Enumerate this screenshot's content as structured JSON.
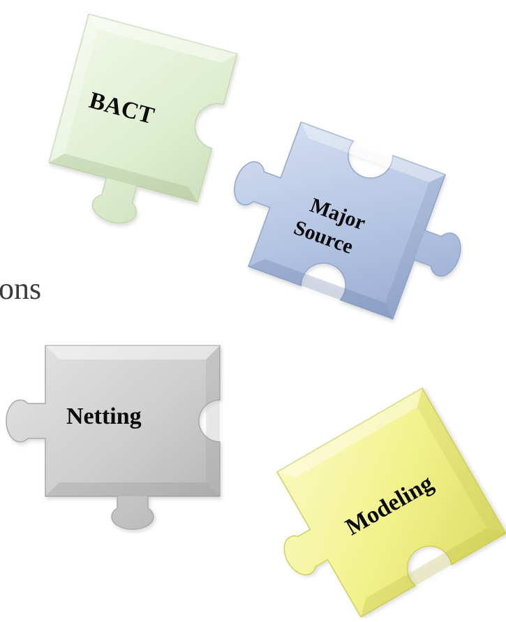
{
  "pieces": [
    {
      "id": "bact",
      "label_lines": [
        "BACT"
      ],
      "fill": "#dceccc"
    },
    {
      "id": "major-source",
      "label_lines": [
        "Major",
        "Source"
      ],
      "fill": "#b4c4e0"
    },
    {
      "id": "netting",
      "label_lines": [
        "Netting"
      ],
      "fill": "#cfcfcf"
    },
    {
      "id": "modeling",
      "label_lines": [
        "Modeling"
      ],
      "fill": "#f0f08a"
    }
  ],
  "background_text": "ons"
}
